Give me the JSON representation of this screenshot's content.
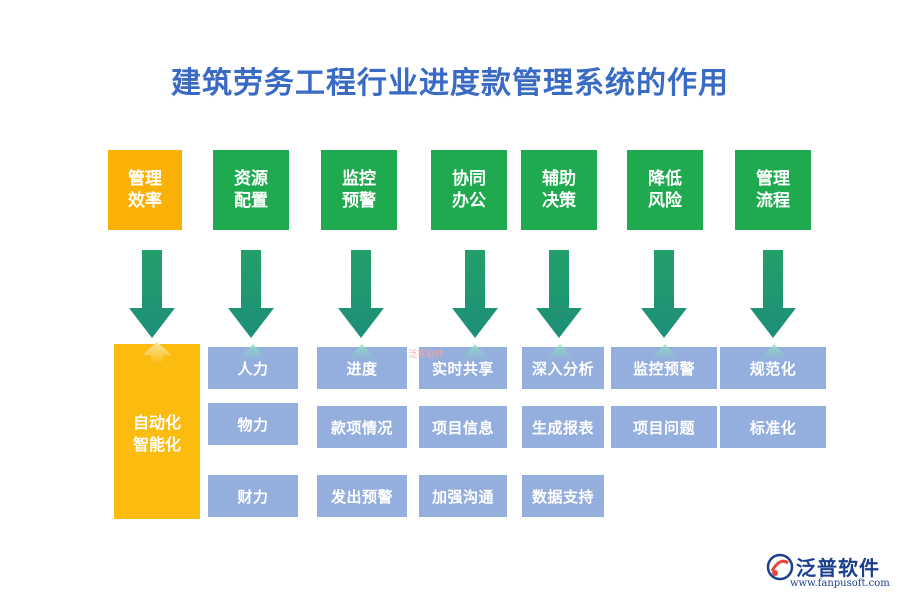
{
  "title": "建筑劳务工程行业进度款管理系统的作用",
  "categories": [
    {
      "label": "管理\n效率",
      "color": "#fab005"
    },
    {
      "label": "资源\n配置",
      "color": "#1faa4f"
    },
    {
      "label": "监控\n预警",
      "color": "#1faa4f"
    },
    {
      "label": "协同\n办公",
      "color": "#1faa4f"
    },
    {
      "label": "辅助\n决策",
      "color": "#1faa4f"
    },
    {
      "label": "降低\n风险",
      "color": "#1faa4f"
    },
    {
      "label": "管理\n流程",
      "color": "#1faa4f"
    }
  ],
  "efficiency_box": "自动化\n智能化",
  "col_resource": [
    "人力",
    "物力",
    "财力"
  ],
  "col_monitor": [
    "进度",
    "款项情况",
    "发出预警"
  ],
  "col_office": [
    "实时共享",
    "项目信息",
    "加强沟通"
  ],
  "col_decision": [
    "深入分析",
    "生成报表",
    "数据支持"
  ],
  "col_risk": [
    "监控预警",
    "项目问题"
  ],
  "col_process": [
    "规范化",
    "标准化"
  ],
  "watermark": "泛普软件",
  "logo": {
    "brand": "泛普软件",
    "url": "www.fanpusoft.com"
  },
  "colors": {
    "title": "#3a6bc4",
    "green": "#1faa4f",
    "orange": "#fab005",
    "item": "#94aede",
    "arrow": "#1f9a6a"
  }
}
